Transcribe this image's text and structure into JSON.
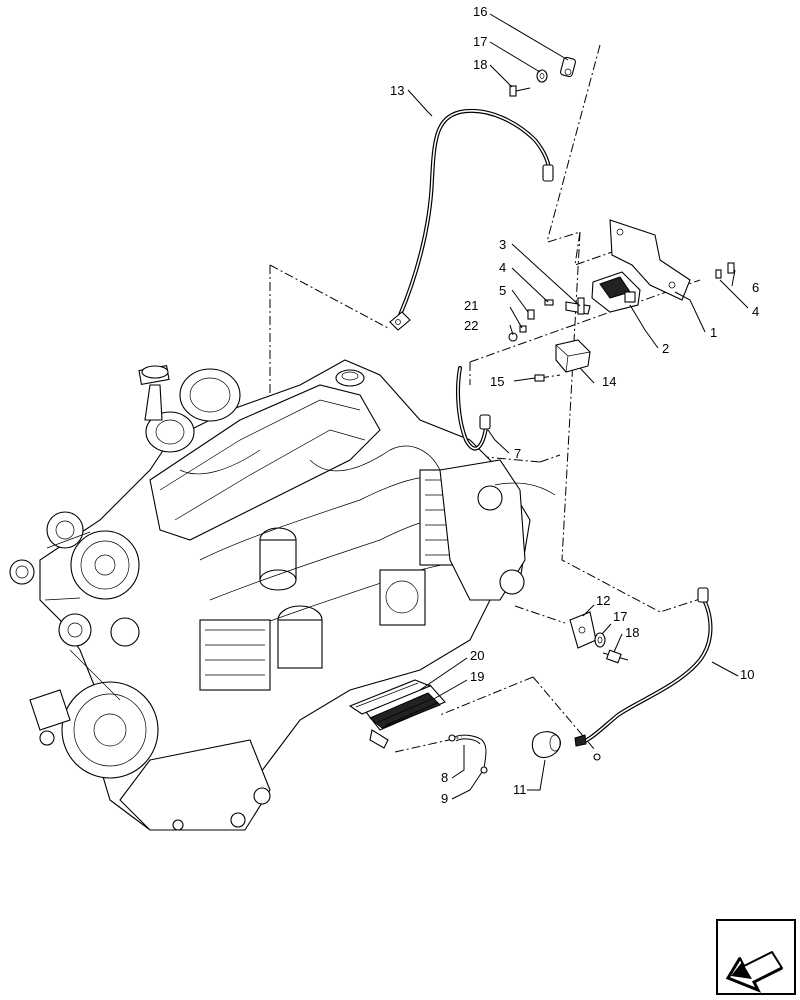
{
  "callouts": [
    {
      "id": "c16",
      "label": "16"
    },
    {
      "id": "c17a",
      "label": "17"
    },
    {
      "id": "c18a",
      "label": "18"
    },
    {
      "id": "c13",
      "label": "13"
    },
    {
      "id": "c3",
      "label": "3"
    },
    {
      "id": "c4a",
      "label": "4"
    },
    {
      "id": "c5",
      "label": "5"
    },
    {
      "id": "c21",
      "label": "21"
    },
    {
      "id": "c22",
      "label": "22"
    },
    {
      "id": "c6",
      "label": "6"
    },
    {
      "id": "c4b",
      "label": "4"
    },
    {
      "id": "c1",
      "label": "1"
    },
    {
      "id": "c2",
      "label": "2"
    },
    {
      "id": "c15",
      "label": "15"
    },
    {
      "id": "c14",
      "label": "14"
    },
    {
      "id": "c7",
      "label": "7"
    },
    {
      "id": "c12",
      "label": "12"
    },
    {
      "id": "c17b",
      "label": "17"
    },
    {
      "id": "c18b",
      "label": "18"
    },
    {
      "id": "c10",
      "label": "10"
    },
    {
      "id": "c20",
      "label": "20"
    },
    {
      "id": "c19",
      "label": "19"
    },
    {
      "id": "c8",
      "label": "8"
    },
    {
      "id": "c9",
      "label": "9"
    },
    {
      "id": "c11",
      "label": "11"
    }
  ],
  "nav_icon": "return-arrow-icon"
}
